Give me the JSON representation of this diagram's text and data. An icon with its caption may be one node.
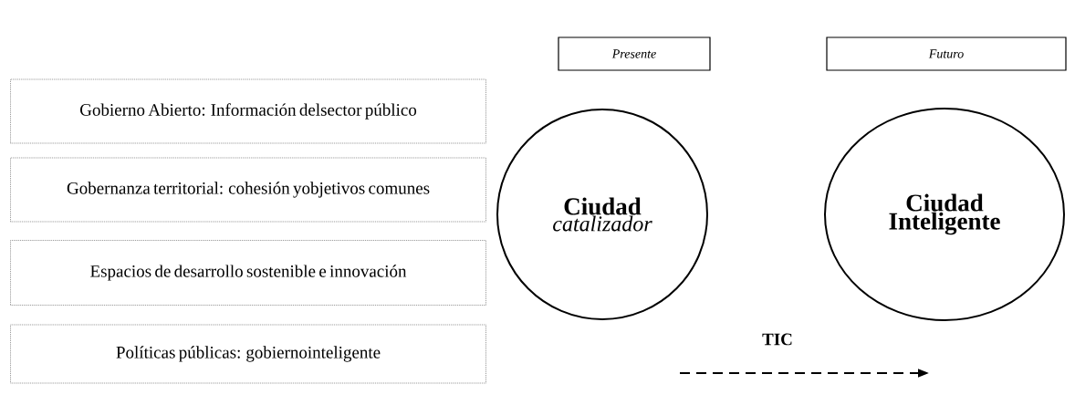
{
  "diagram": {
    "nodes": [
      {
        "text": [
          "Gobierno Abierto: Información delsector público"
        ]
      },
      {
        "text": [
          "Gobernanza territorial: cohesión yobjetivos comunes"
        ]
      },
      {
        "text": [
          "Espacios de desarrollo sostenible e innovación"
        ]
      },
      {
        "text": [
          "Políticas públicas: gobiernointeligente"
        ]
      },
      {
        "text": [
          "Presente"
        ]
      },
      {
        "text": [
          "Futuro"
        ]
      },
      {
        "text": [
          "Ciudad",
          "catalizador"
        ]
      },
      {
        "text": [
          "Ciudad Inteligente"
        ]
      }
    ],
    "labels": [
      "TIC"
    ]
  }
}
